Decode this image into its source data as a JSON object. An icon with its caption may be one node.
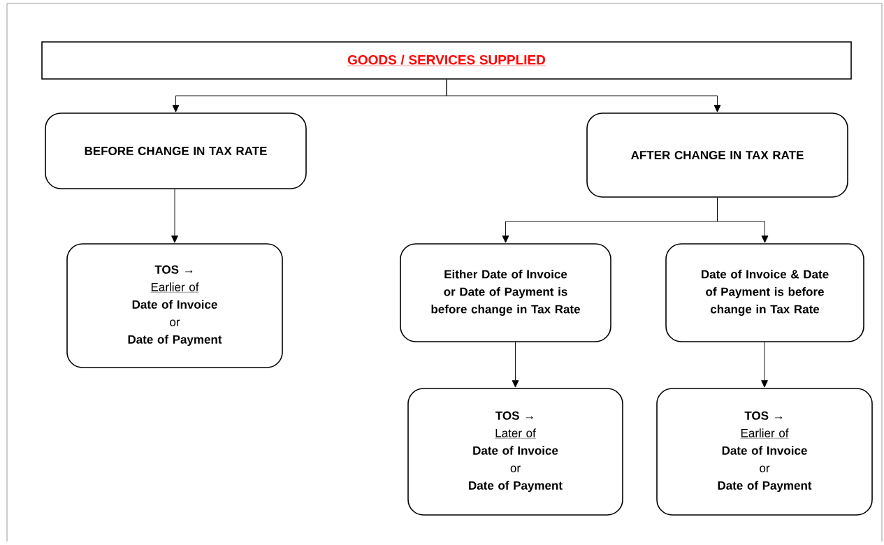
{
  "diagram": {
    "nodes": [
      {
        "text": [
          "GOODS / SERVICES SUPPLIED"
        ]
      },
      {
        "text": [
          "BEFORE CHANGE IN TAX RATE"
        ]
      },
      {
        "text": [
          "AFTER CHANGE IN TAX RATE"
        ]
      },
      {
        "text": [
          "TOS →",
          "Earlier of",
          "Date of Invoice",
          "or",
          "Date of Payment"
        ]
      },
      {
        "text": [
          "Either Date of Invoice or Date of Payment is before change in Tax Rate"
        ]
      },
      {
        "text": [
          "Date of Invoice & Date of Payment is before change in Tax Rate"
        ]
      },
      {
        "text": [
          "TOS →",
          "Later of",
          "Date of Invoice",
          "or",
          "Date of Payment"
        ]
      },
      {
        "text": [
          "TOS →",
          "Earlier of",
          "Date of Invoice",
          "or",
          "Date of Payment"
        ]
      }
    ],
    "edges": [
      {
        "from": 0,
        "to": 1,
        "arrow": "to"
      },
      {
        "from": 0,
        "to": 2,
        "arrow": "to"
      },
      {
        "from": 1,
        "to": 3,
        "arrow": "to"
      },
      {
        "from": 2,
        "to": 4,
        "arrow": "to"
      },
      {
        "from": 2,
        "to": 5,
        "arrow": "to"
      },
      {
        "from": 4,
        "to": 6,
        "arrow": "to"
      },
      {
        "from": 5,
        "to": 7,
        "arrow": "to"
      }
    ]
  }
}
